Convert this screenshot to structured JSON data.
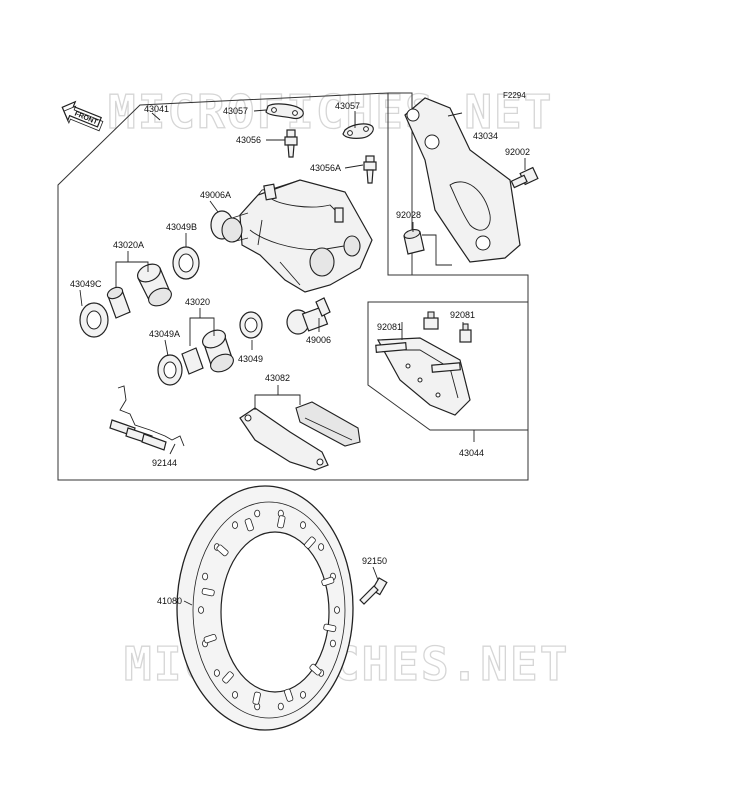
{
  "watermark": {
    "top": "MICROFICHES.NET",
    "bottom": "MICROFICHES.NET"
  },
  "figure_code": "F2294",
  "front_arrow": "FRONT",
  "labels": {
    "p43041": "43041",
    "p43057a": "43057",
    "p43057b": "43057",
    "p43056": "43056",
    "p43056a": "43056A",
    "p43034": "43034",
    "p92002": "92002",
    "p49006a": "49006A",
    "p43049b": "43049B",
    "p92028": "92028",
    "p43020a": "43020A",
    "p43049c": "43049C",
    "p43020": "43020",
    "p49006": "49006",
    "p43049a": "43049A",
    "p43049": "43049",
    "p92081a": "92081",
    "p92081b": "92081",
    "p43082": "43082",
    "p92144": "92144",
    "p43044": "43044",
    "p92150": "92150",
    "p41080": "41080"
  }
}
